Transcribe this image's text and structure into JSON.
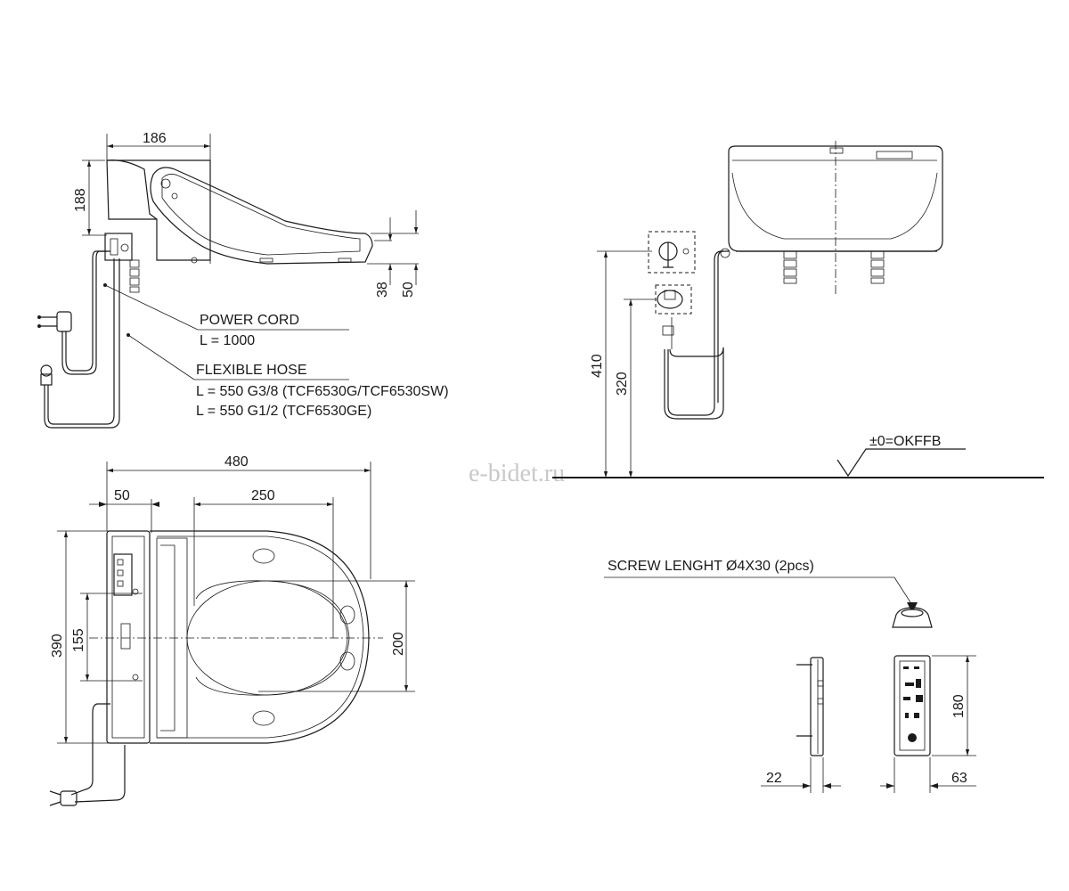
{
  "watermark": "e-bidet.ru",
  "side_view": {
    "width_dim": "186",
    "height_dim": "188",
    "front_dim_a": "38",
    "front_dim_b": "50"
  },
  "callouts": {
    "power_cord_title": "POWER CORD",
    "power_cord_length": "L = 1000",
    "hose_title": "FLEXIBLE HOSE",
    "hose_line_1": "L = 550 G3/8 (TCF6530G/TCF6530SW)",
    "hose_line_2": "L = 550 G1/2 (TCF6530GE)"
  },
  "top_view": {
    "overall_width": "480",
    "left_offset": "50",
    "inner_width": "250",
    "overall_depth": "390",
    "mount_spacing": "155",
    "seat_opening": "200"
  },
  "rear_view": {
    "height_total": "410",
    "height_inlet": "320",
    "floor_label": "±0=OKFFB"
  },
  "remote": {
    "screw_label": "SCREW LENGHT Ø4X30 (2pcs)",
    "thickness": "22",
    "height": "180",
    "width": "63"
  },
  "icons": [
    "power-plug-icon",
    "hose-connector-icon",
    "screw-icon",
    "remote-control-icon",
    "wall-bracket-icon"
  ]
}
